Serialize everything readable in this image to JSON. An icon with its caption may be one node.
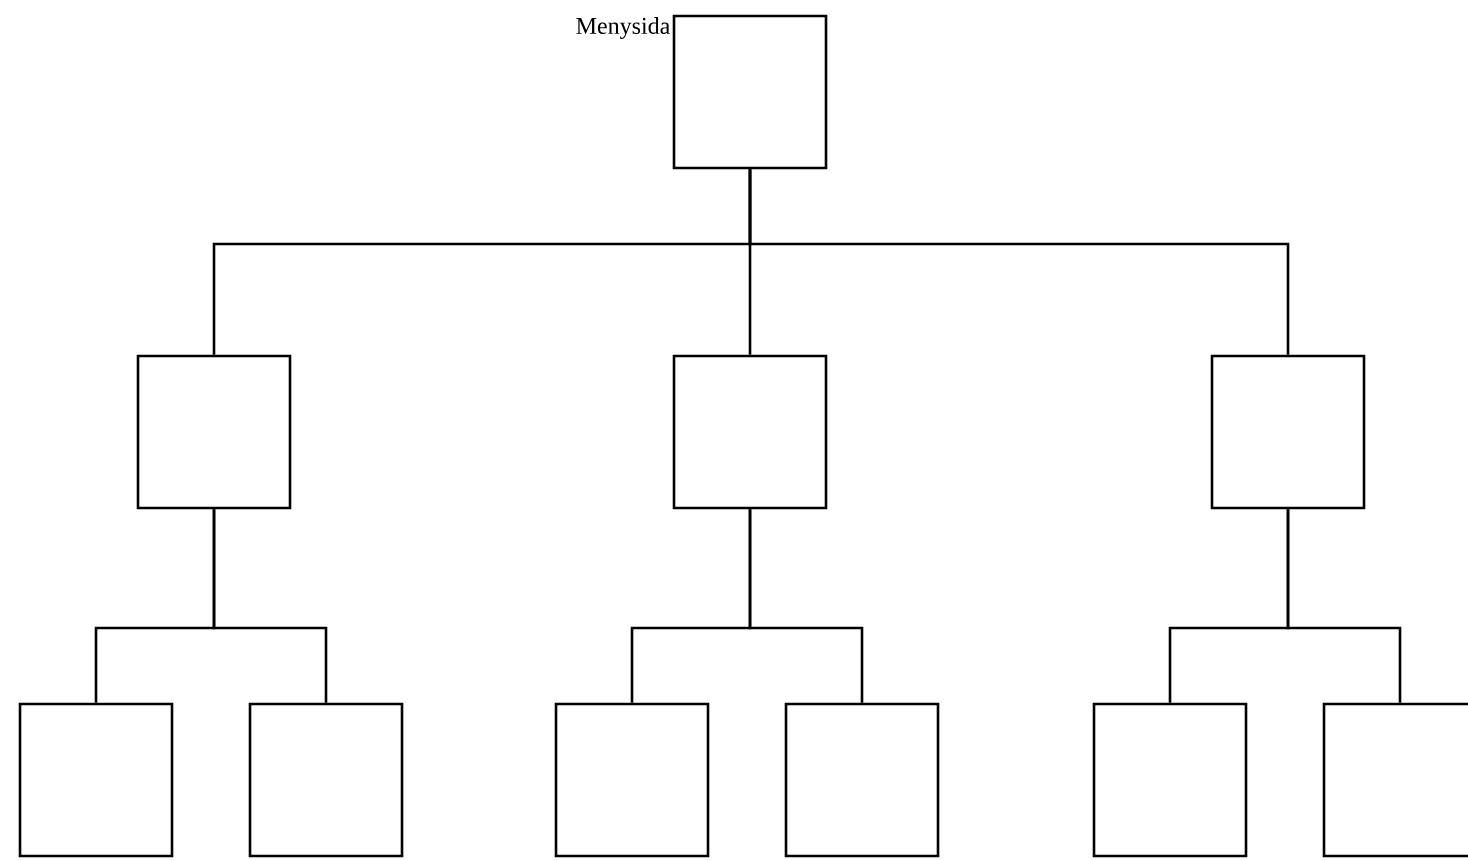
{
  "diagram": {
    "nodes": [
      {
        "text": [
          "Menysida"
        ]
      },
      {
        "text": [],
        "shape": "box"
      },
      {
        "text": [],
        "shape": "box"
      },
      {
        "text": [],
        "shape": "box"
      },
      {
        "text": [],
        "shape": "box"
      },
      {
        "text": [],
        "shape": "box"
      },
      {
        "text": [],
        "shape": "box"
      },
      {
        "text": [],
        "shape": "box"
      },
      {
        "text": [],
        "shape": "box"
      },
      {
        "text": [],
        "shape": "box"
      }
    ],
    "edges": [
      {
        "from": 0,
        "to": 1,
        "arrow": "none"
      },
      {
        "from": 0,
        "to": 2,
        "arrow": "none"
      },
      {
        "from": 0,
        "to": 3,
        "arrow": "none"
      },
      {
        "from": 1,
        "to": 4,
        "arrow": "none"
      },
      {
        "from": 1,
        "to": 5,
        "arrow": "none"
      },
      {
        "from": 2,
        "to": 6,
        "arrow": "none"
      },
      {
        "from": 2,
        "to": 7,
        "arrow": "none"
      },
      {
        "from": 3,
        "to": 8,
        "arrow": "none"
      },
      {
        "from": 3,
        "to": 9,
        "arrow": "none"
      }
    ]
  }
}
